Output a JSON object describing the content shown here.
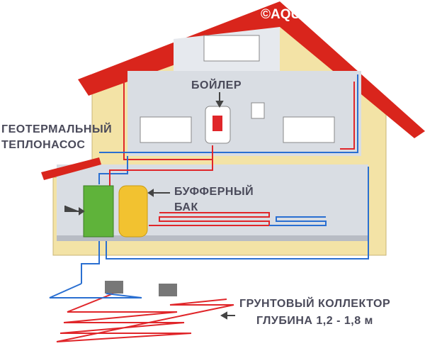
{
  "watermark": "©AQUA-RMNT.COM",
  "labels": {
    "boiler": "БОЙЛЕР",
    "heat_pump_line1": "ГЕОТЕРМАЛЬНЫЙ",
    "heat_pump_line2": "ТЕПЛОНАСОС",
    "buffer_line1": "БУФФЕРНЫЙ",
    "buffer_line2": "БАК",
    "collector_line1": "ГРУНТОВЫЙ КОЛЛЕКТОР",
    "collector_line2": "ГЛУБИНА 1,2 - 1,8 м"
  },
  "colors": {
    "roof": "#d9251c",
    "wall": "#f3e3a6",
    "interior": "#d9dde3",
    "hot": "#e0262a",
    "cold": "#2a6fd1",
    "pump": "#5fb33a",
    "tank": "#f2c230"
  }
}
